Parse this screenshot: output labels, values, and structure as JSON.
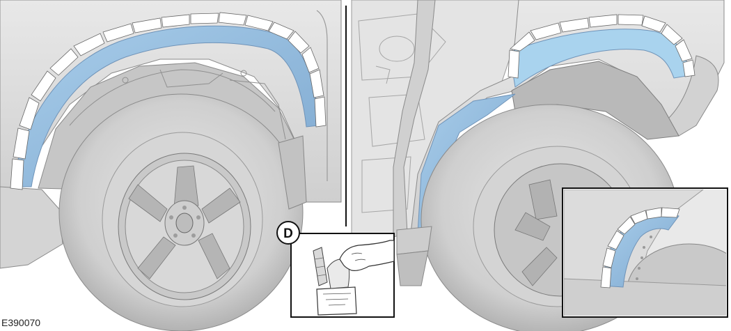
{
  "figure": {
    "id": "E390070",
    "callout": "D"
  },
  "colors": {
    "background": "#ffffff",
    "panel_divider": "#111111",
    "car_body": "#d9d9d9",
    "car_shadow": "#bdbdbd",
    "tire": "#cfcfcf",
    "tire_dark": "#a9a9a9",
    "wheel": "#bcbcbc",
    "protective_film": "#8fb8dc",
    "film_light": "#a9d3ee",
    "tape": "#ffffff",
    "outline": "#7a7a7a"
  },
  "panels": [
    {
      "name": "front-wheel-arch-panel"
    },
    {
      "name": "rear-wheel-arch-panel"
    },
    {
      "name": "detail-inset-panel"
    },
    {
      "name": "peel-backing-inset-panel"
    }
  ]
}
